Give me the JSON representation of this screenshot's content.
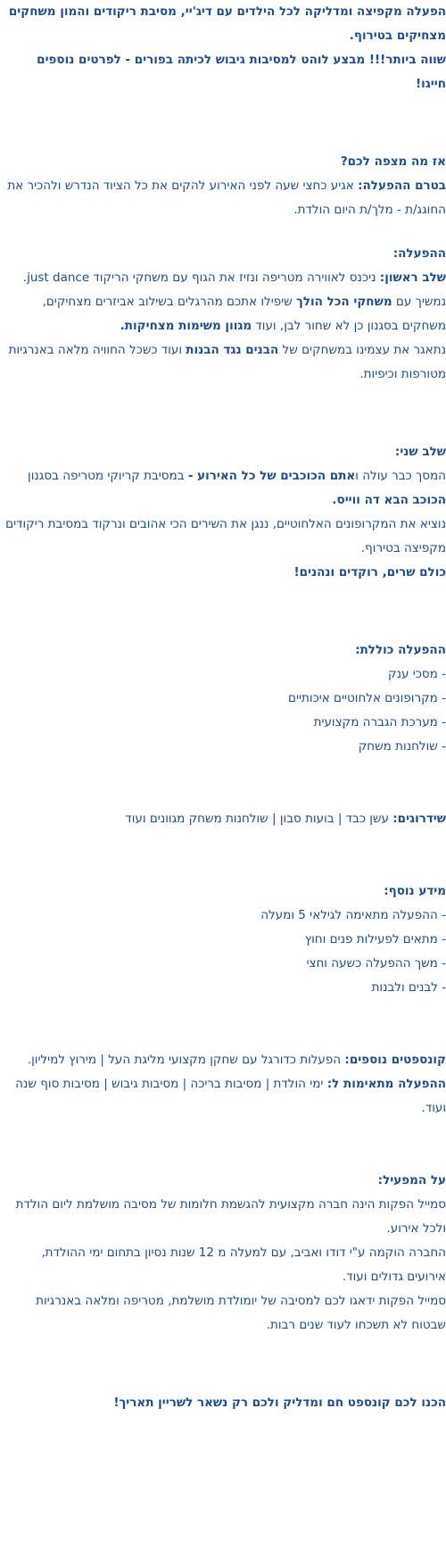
{
  "intro": {
    "line1": "הפעלה מקפיצה ומדליקה לכל הילדים עם דיג'יי, מסיבת ריקודים והמון משחקים מצחיקים בטירוף.",
    "line2": "שווה ביותר!!! מבצע לוהט למסיבות גיבוש לכיתה בפורים - לפרטים נוספים חייגו!"
  },
  "expect": {
    "title": "אז מה מצפה לכם?",
    "before_label": "בטרם ההפעלה:",
    "before_text": " אגיע כחצי שעה לפני האירוע להקים את כל הציוד הנדרש ולהכיר את החוגג/ת - מלך/ת היום הולדת."
  },
  "activity": {
    "title": "ההפעלה:",
    "step1_label": "שלב ראשון:",
    "step1_text": " ניכנס לאווירה מטריפה ונזיז את הגוף עם משחקי הריקוד just dance.",
    "p2_a": "נמשיך עם ",
    "p2_b": "משחקי הכל הולך",
    "p2_c": " שיפילו אתכם מהרגלים בשילוב אביזרים מצחיקים, משחקים בסגנון כן לא שחור לבן, ועוד ",
    "p2_d": "מגוון משימות מצחיקות.",
    "p3_a": "נתאגר את עצמינו במשחקים של ",
    "p3_b": "הבנים נגד הבנות",
    "p3_c": " ועוד כשכל החוויה מלאה באנרגיות מטורפות וכיפיות."
  },
  "step2": {
    "title": "שלב שני:",
    "p1_a": "המסך כבר עולה ו",
    "p1_b": "אתם הכוכבים של כל האירוע -",
    "p1_c": " במסיבת קריוקי מטריפה בסגנון ",
    "p1_d": "הכוכב הבא דה ווייס.",
    "p2": "נוציא את המקרופונים האלחוטיים, ננגן את השירים הכי אהובים ונרקוד במסיבת ריקודים מקפיצה בטירוף.",
    "p3": "כולם שרים, רוקדים ונהנים!"
  },
  "includes": {
    "title": "ההפעלה כוללת:",
    "items": [
      "- מסכי ענק",
      "- מקרופונים אלחוטיים איכותיים",
      "- מערכת הגברה מקצועית",
      "- שולחנות משחק"
    ]
  },
  "upgrades": {
    "label": "שידרוגים:",
    "text": " עשן כבד | בועות סבון | שולחנות משחק מגוונים ועוד"
  },
  "info": {
    "title": "מידע נוסף:",
    "items": [
      "- ההפעלה מתאימה לגילאי 5 ומעלה",
      "- מתאים לפעילות פנים וחוץ",
      "- משך ההפעלה כשעה וחצי",
      "- לבנים ולבנות"
    ]
  },
  "concepts": {
    "label": "קונספטים נוספים:",
    "text": " הפעלות כדורגל עם שחקן מקצועי מליגת העל | מירוץ למיליון.",
    "suit_label": "ההפעלה מתאימות ל:",
    "suit_text": " ימי הולדת | מסיבות בריכה | מסיבות גיבוש | מסיבות סוף שנה ועוד."
  },
  "operator": {
    "title": "על המפעיל:",
    "p1": "סמייל הפקות הינה חברה מקצועית להגשמת חלומות של מסיבה מושלמת ליום הולדת ולכל אירוע.",
    "p2": "החברה הוקמה ע\"י דודו ואביב, עם למעלה מ 12 שנות נסיון בתחום ימי ההולדת, אירועים גדולים ועוד.",
    "p3": "סמייל הפקות ידאגו לכם למסיבה של יומולדת מושלמת, מטריפה ומלאה באנרגיות שבטוח לא תשכחו לעוד שנים רבות."
  },
  "closing": {
    "text": "הכנו לכם קונספט חם ומדליק ולכם רק נשאר לשריין תאריך!"
  },
  "colors": {
    "text": "#1f4e8c",
    "background": "#ffffff"
  }
}
